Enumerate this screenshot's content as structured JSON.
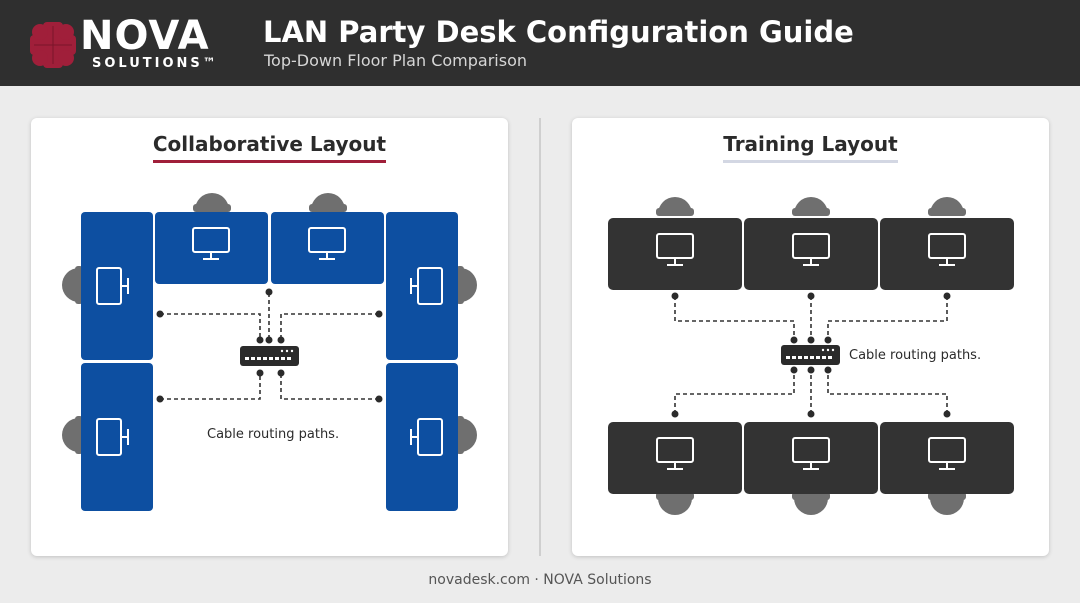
{
  "header": {
    "logo_word": "NOVA",
    "logo_sub": "SOLUTIONS™",
    "title": "LAN Party Desk Configuration Guide",
    "subtitle": "Top-Down Floor Plan Comparison"
  },
  "panels": {
    "left": {
      "title": "Collaborative Layout",
      "cable_label": "Cable routing paths."
    },
    "right": {
      "title": "Training Layout",
      "cable_label": "Cable routing paths."
    }
  },
  "footer": "novadesk.com · NOVA Solutions",
  "colors": {
    "collab_desk": "#0d4fa1",
    "training_desk": "#333333",
    "chair": "#6f6f6f",
    "accent": "#a01f3a",
    "header_bg": "#2f2f2f"
  }
}
